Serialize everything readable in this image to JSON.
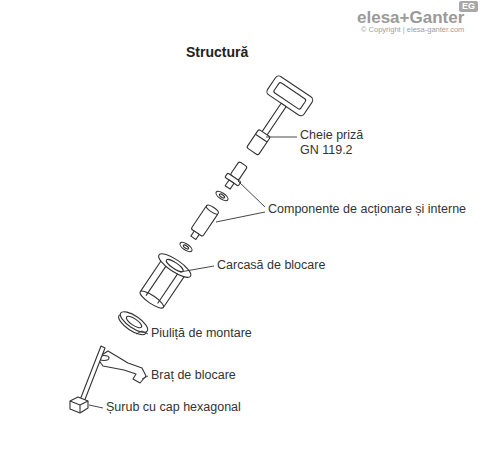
{
  "diagram": {
    "title": "Structură",
    "labels": [
      "elesa+Ganter",
      "EG",
      "© Copyright | elesa-ganter.com",
      "Cheie priză GN 119.2",
      "Componente de acționare și interne",
      "Carcasă de blocare",
      "Piuliță de montare",
      "Braț de blocare",
      "Șurub cu cap hexagonal"
    ]
  }
}
